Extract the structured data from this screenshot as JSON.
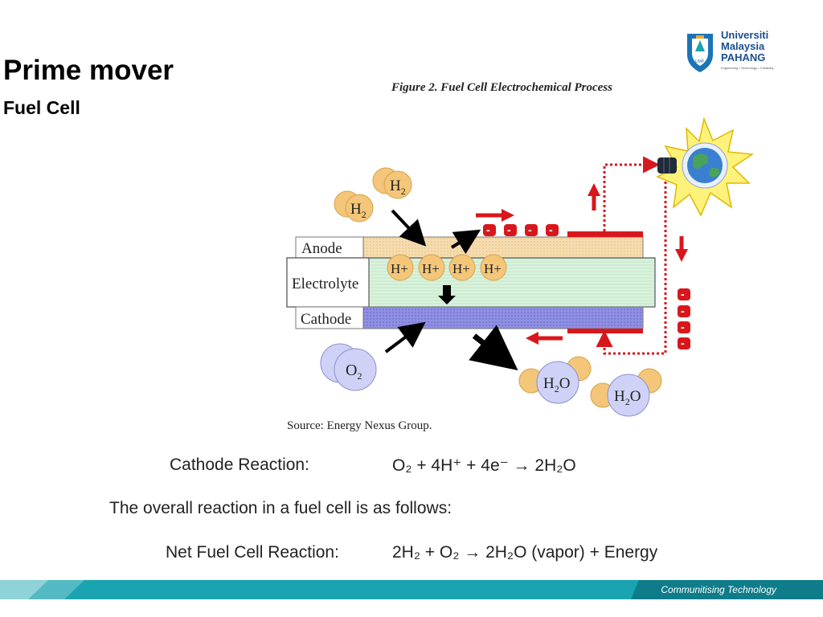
{
  "slide": {
    "title": "Prime mover",
    "subtitle": "Fuel Cell"
  },
  "logo": {
    "line1": "Universiti",
    "line2": "Malaysia",
    "line3": "PAHANG",
    "tagline": "Engineering • Technology • Creativity",
    "shield_text": "UMP"
  },
  "figure": {
    "caption": "Figure 2.  Fuel Cell Electrochemical Process",
    "anode_label": "Anode",
    "electrolyte_label": "Electrolyte",
    "cathode_label": "Cathode",
    "h2": "H",
    "h2_sub": "2",
    "o2": "O",
    "o2_sub": "2",
    "h2o_h": "H",
    "h2o_sub": "2",
    "h2o_o": "O",
    "hplus": "H+",
    "electron": "-",
    "source": "Source:  Energy Nexus Group."
  },
  "reactions": {
    "cathode_label": "Cathode Reaction:",
    "cathode_eq": "O₂ + 4H⁺ + 4e⁻ → 2H₂O",
    "overall_intro": "The overall reaction in a fuel cell is as follows:",
    "net_label": "Net Fuel Cell Reaction:",
    "net_eq": "2H₂ + O₂ → 2H₂O (vapor) + Energy"
  },
  "footer": {
    "tagline": "Communitising Technology"
  },
  "colors": {
    "red": "#d8171c",
    "anode": "#f5dcb0",
    "electrolyte": "#d9f2dc",
    "cathode": "#8f8fe3",
    "molecule_orange": "#f3c679",
    "molecule_blue": "#cfd2f6",
    "footer_teal": "#1aa3b0"
  }
}
